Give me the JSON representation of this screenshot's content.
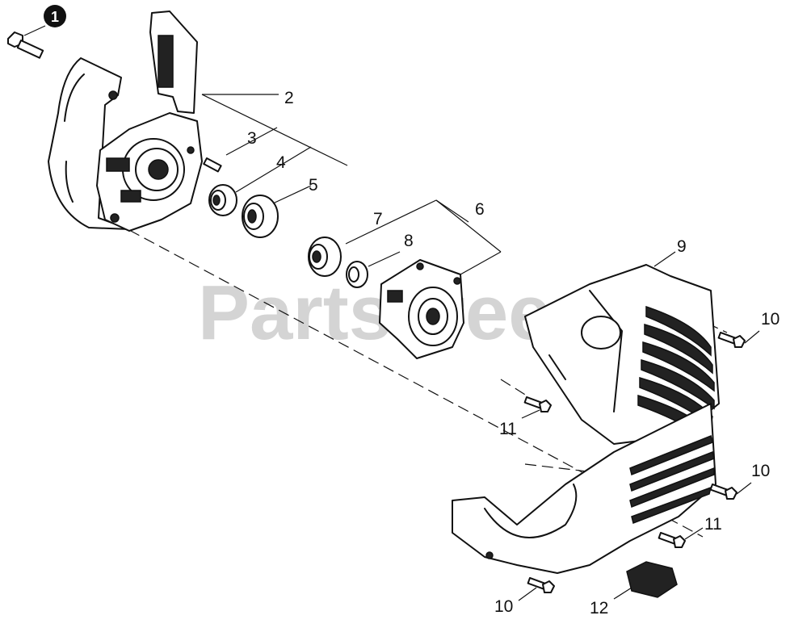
{
  "watermark": "PartsTree",
  "badge": "1",
  "callouts": {
    "c2": "2",
    "c3": "3",
    "c4": "4",
    "c5": "5",
    "c6": "6",
    "c7": "7",
    "c8": "8",
    "c9": "9",
    "c10a": "10",
    "c10b": "10",
    "c10c": "10",
    "c11a": "11",
    "c11b": "11",
    "c12": "12"
  }
}
